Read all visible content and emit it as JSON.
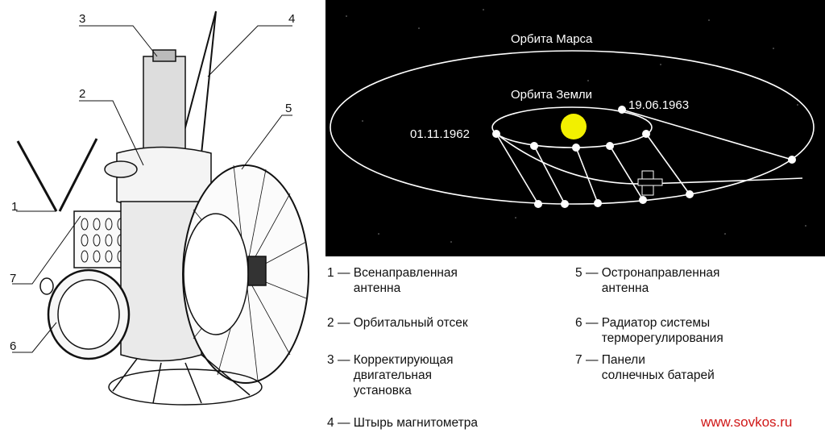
{
  "orbit_diagram": {
    "mars_orbit_label": "Орбита Марса",
    "earth_orbit_label": "Орбита Земли",
    "launch_date": "01.11.1962",
    "end_date": "19.06.1963",
    "colors": {
      "background": "#000000",
      "sun": "#f2f000",
      "lines": "#ffffff"
    }
  },
  "callouts": [
    "1",
    "2",
    "3",
    "4",
    "5",
    "6",
    "7"
  ],
  "legend": [
    {
      "num": "1",
      "dash": "—",
      "lines": [
        "Всенаправленная",
        "антенна"
      ]
    },
    {
      "num": "2",
      "dash": "—",
      "lines": [
        "Орбитальный отсек"
      ]
    },
    {
      "num": "3",
      "dash": "—",
      "lines": [
        "Корректирующая",
        "двигательная",
        "установка"
      ]
    },
    {
      "num": "4",
      "dash": "—",
      "lines": [
        "Штырь магнитометра"
      ]
    },
    {
      "num": "5",
      "dash": "—",
      "lines": [
        "Остронаправленная",
        "антенна"
      ]
    },
    {
      "num": "6",
      "dash": "—",
      "lines": [
        "Радиатор системы",
        "терморегулирования"
      ]
    },
    {
      "num": "7",
      "dash": "—",
      "lines": [
        "Панели",
        "солнечных батарей"
      ]
    }
  ],
  "website": "www.sovkos.ru"
}
